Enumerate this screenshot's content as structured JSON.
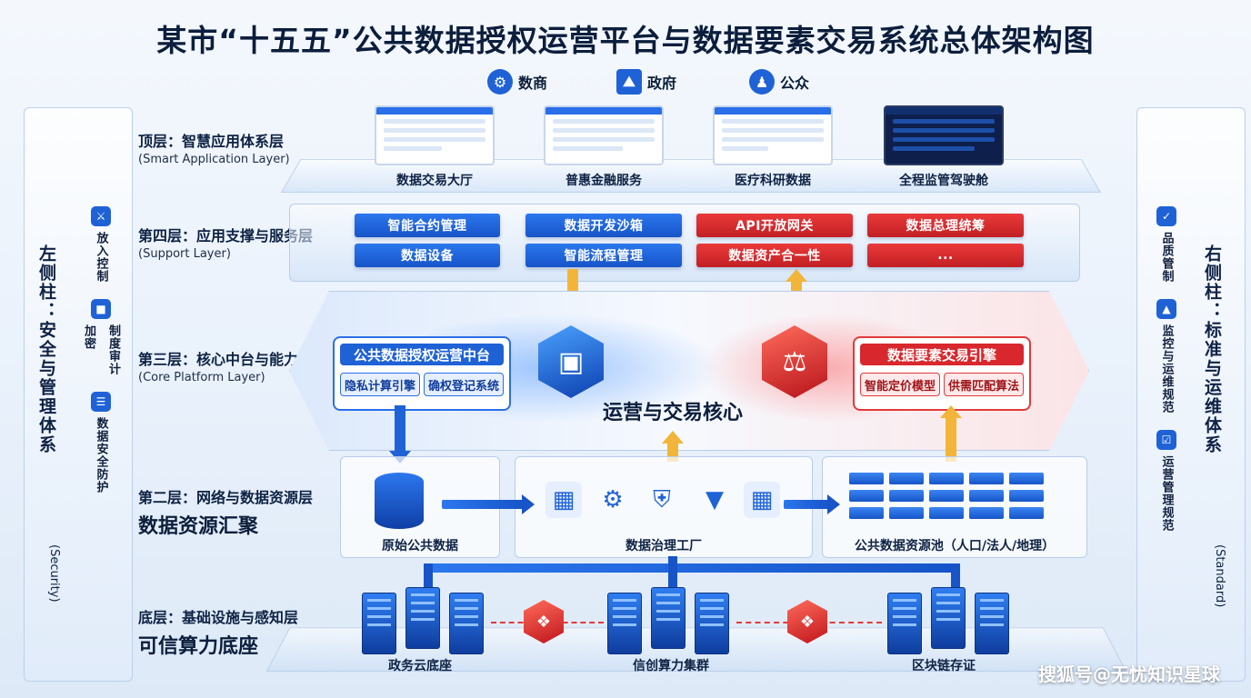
{
  "title": "某市“十五五”公共数据授权运营平台与数据要素交易系统总体架构图",
  "actors": [
    {
      "label": "数商",
      "icon": "gear-icon"
    },
    {
      "label": "政府",
      "icon": "government-building-icon"
    },
    {
      "label": "公众",
      "icon": "person-icon"
    }
  ],
  "left_pillar": {
    "title": "左侧柱：安全与管理体系",
    "subtitle": "(Security)",
    "items": [
      {
        "label": "放入控制",
        "icon": "shield-icon"
      },
      {
        "label": "加密",
        "icon": "lock-icon"
      },
      {
        "label": "制度审计",
        "icon": "audit-icon"
      },
      {
        "label": "数据安全防护",
        "icon": "data-protection-icon"
      }
    ]
  },
  "right_pillar": {
    "title": "右侧柱：标准与运维体系",
    "subtitle": "(Standard)",
    "items": [
      {
        "label": "品质管制",
        "icon": "quality-shield-icon"
      },
      {
        "label": "监控与运维规范",
        "icon": "monitor-chart-icon"
      },
      {
        "label": "运营管理规范",
        "icon": "checklist-icon"
      }
    ]
  },
  "layers": {
    "top": {
      "name": "顶层：智慧应用体系层",
      "en": "(Smart Application Layer)",
      "apps": [
        "数据交易大厅",
        "普惠金融服务",
        "医疗科研数据",
        "全程监管驾驶舱"
      ]
    },
    "l4": {
      "name": "第四层：应用支撑与服务层",
      "en": "(Support Layer)",
      "services": [
        {
          "label": "智能合约管理",
          "color": "blue"
        },
        {
          "label": "数据开发沙箱",
          "color": "blue"
        },
        {
          "label": "API开放网关",
          "color": "red"
        },
        {
          "label": "数据总理统筹",
          "color": "red"
        },
        {
          "label": "数据设备",
          "color": "blue"
        },
        {
          "label": "智能流程管理",
          "color": "blue"
        },
        {
          "label": "数据资产合一性",
          "color": "red"
        },
        {
          "label": "...",
          "color": "red"
        }
      ]
    },
    "l3": {
      "name": "第三层：核心中台与能力层",
      "en": "(Core Platform Layer)",
      "core_title": "运营与交易核心",
      "left_module": {
        "title": "公共数据授权运营中台",
        "subs": [
          "隐私计算引擎",
          "确权登记系统"
        ]
      },
      "right_module": {
        "title": "数据要素交易引擎",
        "subs": [
          "智能定价模型",
          "供需匹配算法"
        ]
      }
    },
    "l2": {
      "name": "第二层：网络与数据资源层",
      "big": "数据资源汇聚",
      "nodes": [
        "原始公共数据",
        "数据治理工厂",
        "公共数据资源池（人口/法人/地理）"
      ]
    },
    "base": {
      "name": "底层：基础设施与感知层",
      "big": "可信算力底座",
      "nodes": [
        "政务云底座",
        "信创算力集群",
        "区块链存证"
      ]
    }
  },
  "credit": "搜狐号@无忧知识星球",
  "colors": {
    "accent_blue": "#1f62d6",
    "accent_red": "#d8282d",
    "gold": "#f2b53a"
  }
}
